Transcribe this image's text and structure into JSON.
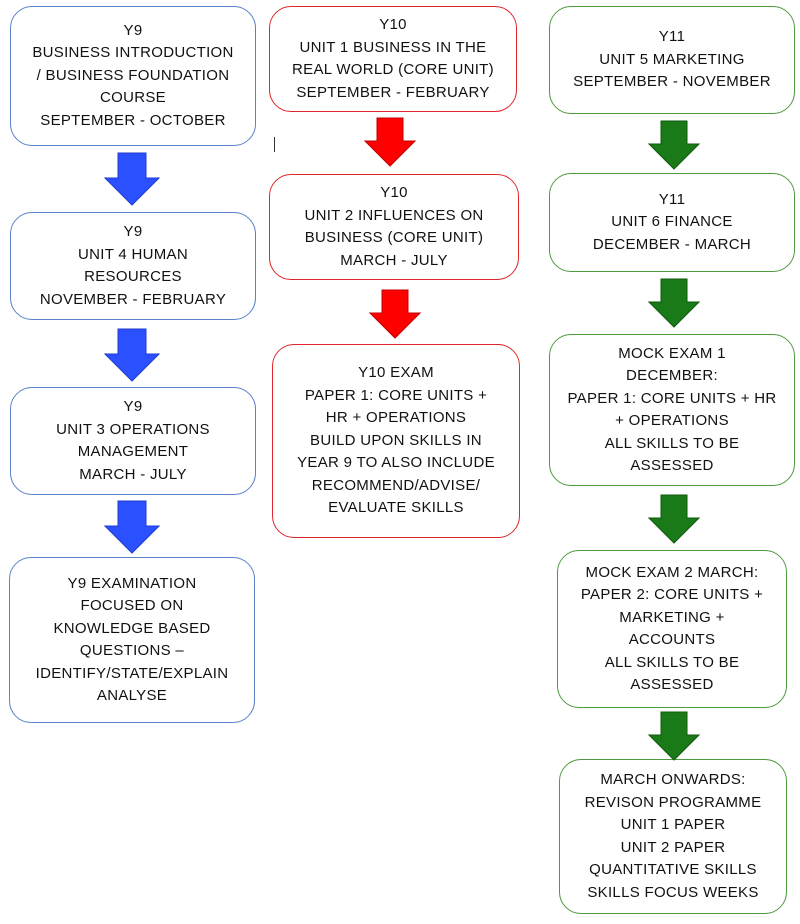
{
  "colors": {
    "y9": "#2b50ff",
    "y10": "#ff0000",
    "y11": "#1a7a17"
  },
  "columns": {
    "y9": {
      "boxes": [
        "Y9\nBUSINESS INTRODUCTION\n/ BUSINESS FOUNDATION\nCOURSE\nSEPTEMBER - OCTOBER",
        "Y9\nUNIT 4 HUMAN\nRESOURCES\nNOVEMBER - FEBRUARY",
        "Y9\nUNIT 3 OPERATIONS\nMANAGEMENT\nMARCH - JULY",
        "Y9 EXAMINATION\nFOCUSED ON\nKNOWLEDGE BASED\nQUESTIONS –\nIDENTIFY/STATE/EXPLAIN\nANALYSE"
      ]
    },
    "y10": {
      "boxes": [
        "Y10\nUNIT 1 BUSINESS IN THE\nREAL WORLD (CORE UNIT)\nSEPTEMBER - FEBRUARY",
        "Y10\nUNIT 2 INFLUENCES ON\nBUSINESS (CORE UNIT)\nMARCH - JULY",
        "Y10 EXAM\nPAPER 1: CORE UNITS +\nHR + OPERATIONS\nBUILD UPON SKILLS IN\nYEAR 9 TO ALSO INCLUDE\nRECOMMEND/ADVISE/\nEVALUATE SKILLS"
      ]
    },
    "y11": {
      "boxes": [
        "Y11\nUNIT 5 MARKETING\nSEPTEMBER - NOVEMBER",
        "Y11\nUNIT 6 FINANCE\nDECEMBER - MARCH",
        "MOCK EXAM 1\nDECEMBER:\nPAPER 1: CORE UNITS + HR\n+ OPERATIONS\nALL SKILLS TO BE\nASSESSED",
        "MOCK EXAM 2 MARCH:\nPAPER 2: CORE UNITS +\nMARKETING +\nACCOUNTS\nALL SKILLS TO BE\nASSESSED",
        "MARCH ONWARDS:\nREVISON PROGRAMME\nUNIT 1 PAPER\nUNIT 2 PAPER\nQUANTITATIVE SKILLS\nSKILLS FOCUS WEEKS"
      ]
    }
  }
}
